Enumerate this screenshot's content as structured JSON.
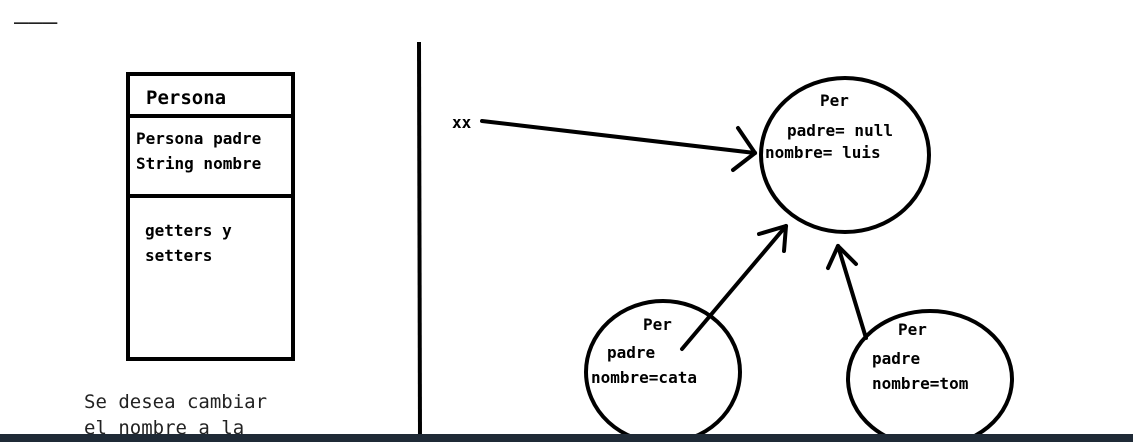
{
  "separator_text": "———",
  "class_box": {
    "title": "Persona",
    "attributes": [
      "Persona padre",
      "String nombre"
    ],
    "methods": [
      "getters y",
      "setters"
    ]
  },
  "pointer_label": "xx",
  "nodes": {
    "luis": {
      "type": "Per",
      "line1": "padre= null",
      "line2": "nombre= luis"
    },
    "cata": {
      "type": "Per",
      "line1": "padre",
      "line2": "nombre=cata"
    },
    "tom": {
      "type": "Per",
      "line1": "padre",
      "line2": "nombre=tom"
    }
  },
  "note": {
    "line1": "Se desea cambiar",
    "line2": "el nombre a la"
  }
}
